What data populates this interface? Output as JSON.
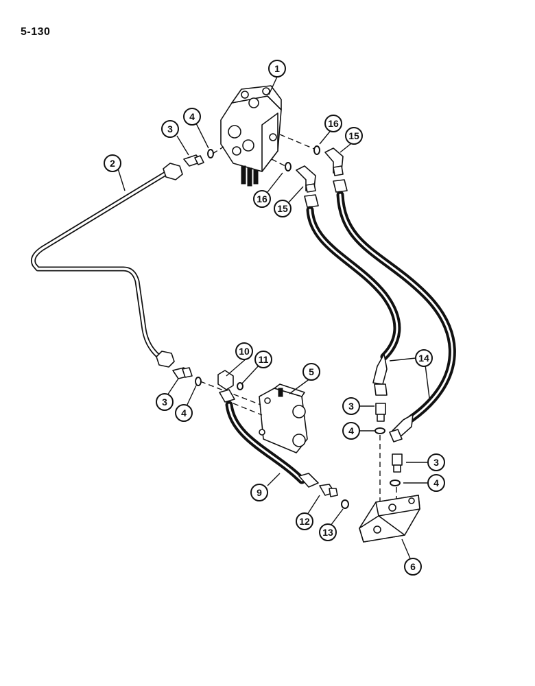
{
  "page": {
    "number": "5-130"
  },
  "callouts": [
    {
      "id": "c1",
      "label": "1"
    },
    {
      "id": "c2",
      "label": "2"
    },
    {
      "id": "c3a",
      "label": "3"
    },
    {
      "id": "c4a",
      "label": "4"
    },
    {
      "id": "c16a",
      "label": "16"
    },
    {
      "id": "c15a",
      "label": "15"
    },
    {
      "id": "c16b",
      "label": "16"
    },
    {
      "id": "c15b",
      "label": "15"
    },
    {
      "id": "c10",
      "label": "10"
    },
    {
      "id": "c11",
      "label": "11"
    },
    {
      "id": "c5",
      "label": "5"
    },
    {
      "id": "c3b",
      "label": "3"
    },
    {
      "id": "c4b",
      "label": "4"
    },
    {
      "id": "c14",
      "label": "14"
    },
    {
      "id": "c3c",
      "label": "3"
    },
    {
      "id": "c4c",
      "label": "4"
    },
    {
      "id": "c3d",
      "label": "3"
    },
    {
      "id": "c4d",
      "label": "4"
    },
    {
      "id": "c9",
      "label": "9"
    },
    {
      "id": "c12",
      "label": "12"
    },
    {
      "id": "c13",
      "label": "13"
    },
    {
      "id": "c6",
      "label": "6"
    }
  ]
}
